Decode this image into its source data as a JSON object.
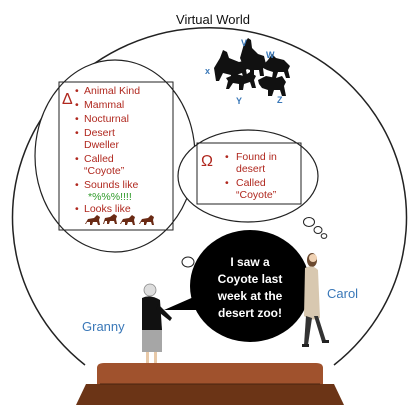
{
  "title": "Virtual World",
  "wolf_labels": [
    "x",
    "V",
    "W",
    "Y",
    "Z"
  ],
  "granny": {
    "name": "Granny",
    "symbol": "Δ",
    "bubble_items": [
      [
        "Animal Kind"
      ],
      [
        "Mammal"
      ],
      [
        "Nocturnal"
      ],
      [
        "Desert",
        "Dweller"
      ],
      [
        "Called",
        "“Coyote”"
      ],
      [
        "Sounds like"
      ],
      [
        "Looks like"
      ]
    ],
    "sound": "*%%%!!!!"
  },
  "carol": {
    "name": "Carol",
    "symbol": "Ω",
    "bubble_items": [
      [
        "Found in",
        "desert"
      ],
      [
        "Called",
        "“Coyote”"
      ]
    ]
  },
  "speech": [
    "I saw a",
    "Coyote  last",
    "week at the",
    "desert zoo!"
  ],
  "colors": {
    "item_red": "#b0281f",
    "sound_green": "#2f9a2a",
    "label_blue": "#3a78b8",
    "speech_bg": "#000000",
    "base_top": "#a0522d",
    "base_bottom": "#6b3416"
  }
}
